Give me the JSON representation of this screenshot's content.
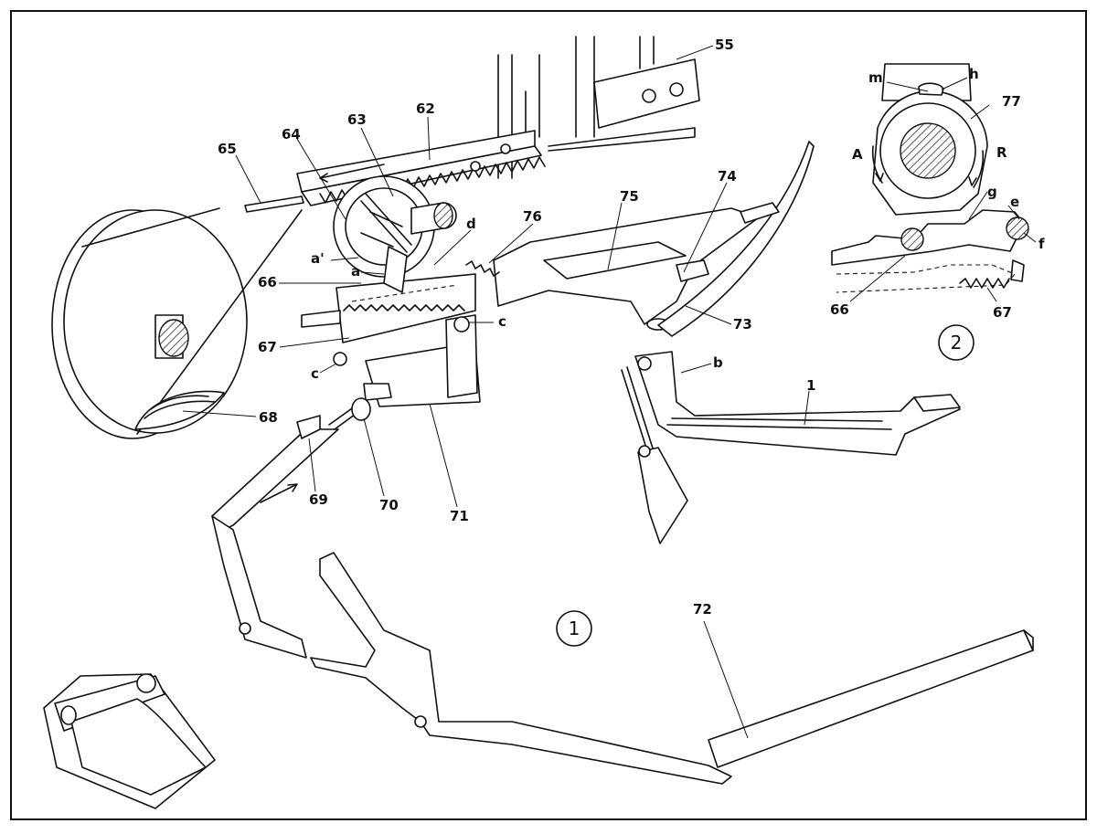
{
  "figures": [
    {
      "id": "1",
      "label": "1"
    },
    {
      "id": "2",
      "label": "2"
    }
  ],
  "callouts": {
    "n55": "55",
    "n62": "62",
    "n63": "63",
    "n64": "64",
    "n65": "65",
    "d": "d",
    "n76": "76",
    "n75": "75",
    "n74": "74",
    "a_prime": "a'",
    "a": "a",
    "n66": "66",
    "n67": "67",
    "c_right": "c",
    "c_left": "c",
    "n68": "68",
    "n69": "69",
    "n70": "70",
    "n71": "71",
    "n73": "73",
    "b": "b",
    "n1": "1",
    "n72": "72",
    "m": "m",
    "h": "h",
    "n77": "77",
    "A": "A",
    "R": "R",
    "g": "g",
    "e": "e",
    "f": "f",
    "inset_66": "66",
    "inset_67": "67"
  }
}
